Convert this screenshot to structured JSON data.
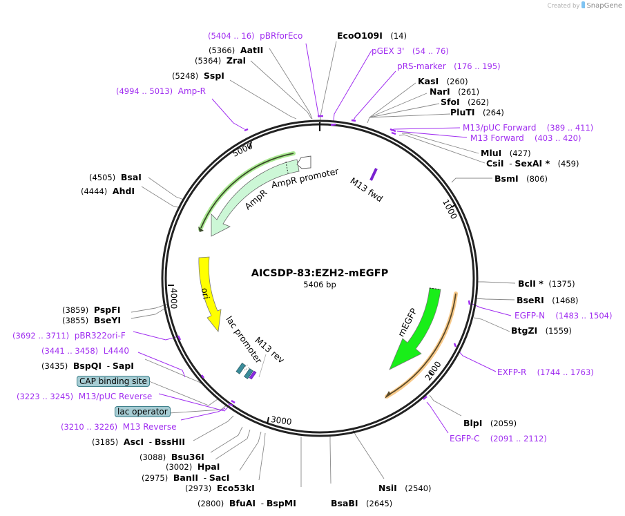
{
  "credit": {
    "prefix": "Created by",
    "brand": "SnapGene"
  },
  "plasmid": {
    "name": "AICSDP-83:EZH2-mEGFP",
    "length": "5406 bp"
  },
  "ticks": [
    "1000",
    "2000",
    "3000",
    "4000",
    "5000"
  ],
  "features": {
    "ampr": "AmpR",
    "ampr_promoter": "AmpR promoter",
    "ori": "ori",
    "lac_promoter": "lac promoter",
    "m13_rev": "M13 rev",
    "m13_fwd": "M13 fwd",
    "megfp": "mEGFP",
    "cap_binding_site": "CAP binding site",
    "lac_operator": "lac operator"
  },
  "enzymes": [
    {
      "name": "EcoO109I",
      "pos": "(14)"
    },
    {
      "name": "KasI",
      "pos": "(260)"
    },
    {
      "name": "NarI",
      "pos": "(261)"
    },
    {
      "name": "SfoI",
      "pos": "(262)"
    },
    {
      "name": "PluTI",
      "pos": "(264)"
    },
    {
      "name": "MluI",
      "pos": "(427)"
    },
    {
      "name": "CsiI",
      "name2": "SexAI *",
      "pos": "(459)"
    },
    {
      "name": "BsmI",
      "pos": "(806)"
    },
    {
      "name": "BclI *",
      "pos": "(1375)"
    },
    {
      "name": "BseRI",
      "pos": "(1468)"
    },
    {
      "name": "BtgZI",
      "pos": "(1559)"
    },
    {
      "name": "BlpI",
      "pos": "(2059)"
    },
    {
      "name": "NsiI",
      "pos": "(2540)"
    },
    {
      "name": "BsaBI",
      "pos": "(2645)"
    },
    {
      "name": "BfuAI",
      "name2": "BspMI",
      "pos": "(2800)"
    },
    {
      "name": "Eco53kI",
      "pos": "(2973)"
    },
    {
      "name": "BanII",
      "name2": "SacI",
      "pos": "(2975)"
    },
    {
      "name": "HpaI",
      "pos": "(3002)"
    },
    {
      "name": "Bsu36I",
      "pos": "(3088)"
    },
    {
      "name": "AscI",
      "name2": "BssHII",
      "pos": "(3185)"
    },
    {
      "name": "BspQI",
      "name2": "SapI",
      "pos": "(3435)"
    },
    {
      "name": "BseYI",
      "pos": "(3855)"
    },
    {
      "name": "PspFI",
      "pos": "(3859)"
    },
    {
      "name": "AhdI",
      "pos": "(4444)"
    },
    {
      "name": "BsaI",
      "pos": "(4505)"
    },
    {
      "name": "SspI",
      "pos": "(5248)"
    },
    {
      "name": "ZraI",
      "pos": "(5364)"
    },
    {
      "name": "AatII",
      "pos": "(5366)"
    }
  ],
  "primers": [
    {
      "name": "pBRforEco",
      "pos": "(5404 .. 16)"
    },
    {
      "name": "pGEX 3'",
      "pos": "(54 .. 76)"
    },
    {
      "name": "pRS-marker",
      "pos": "(176 .. 195)"
    },
    {
      "name": "M13/pUC Forward",
      "pos": "(389 .. 411)"
    },
    {
      "name": "M13 Forward",
      "pos": "(403 .. 420)"
    },
    {
      "name": "EGFP-N",
      "pos": "(1483 .. 1504)"
    },
    {
      "name": "EXFP-R",
      "pos": "(1744 .. 1763)"
    },
    {
      "name": "EGFP-C",
      "pos": "(2091 .. 2112)"
    },
    {
      "name": "M13 Reverse",
      "pos": "(3210 .. 3226)"
    },
    {
      "name": "M13/pUC Reverse",
      "pos": "(3223 .. 3245)"
    },
    {
      "name": "L4440",
      "pos": "(3441 .. 3458)"
    },
    {
      "name": "pBR322ori-F",
      "pos": "(3692 .. 3711)"
    },
    {
      "name": "Amp-R",
      "pos": "(4994 .. 5013)"
    }
  ],
  "colors": {
    "backbone": "#222222",
    "primer": "#a02ef0",
    "ampr_fill": "#ccf7d6",
    "ampr_highlight": "#a8e890",
    "ori_fill": "#ffff00",
    "megfp_fill": "#19ee19",
    "megfp_highlight": "#f7c98a",
    "lac_feature": "#3a8c9a"
  }
}
